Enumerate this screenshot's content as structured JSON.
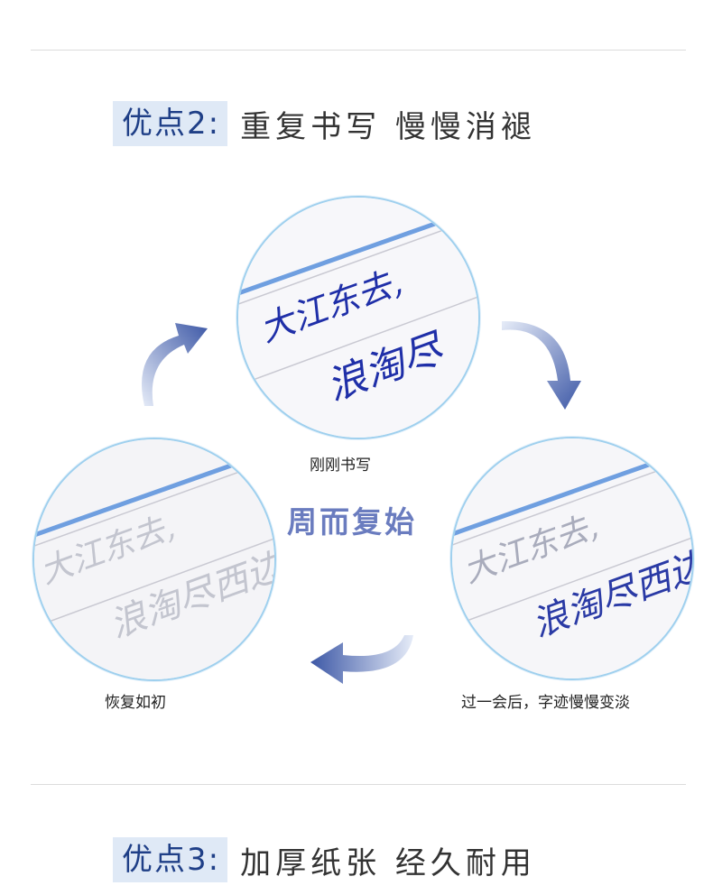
{
  "section2": {
    "tag": "优点2:",
    "title": "重复书写 慢慢消褪"
  },
  "captions": {
    "top": "刚刚书写",
    "right": "过一会后，字迹慢慢变淡",
    "left": "恢复如初"
  },
  "center_text": "周而复始",
  "handwriting": {
    "line1": "大江东去,",
    "line2": "浪淘尽",
    "line2_right": "浪淘尽西边"
  },
  "section3": {
    "tag": "优点3:",
    "title": "加厚纸张 经久耐用"
  },
  "colors": {
    "tag_bg": "#dfe9f6",
    "tag_text": "#1f3f87",
    "ink_blue": "#1f2fa8",
    "arrow_blue": "#5b72b8",
    "circle_border": "#9fd0ee",
    "center_text": "#6a7cbf"
  }
}
